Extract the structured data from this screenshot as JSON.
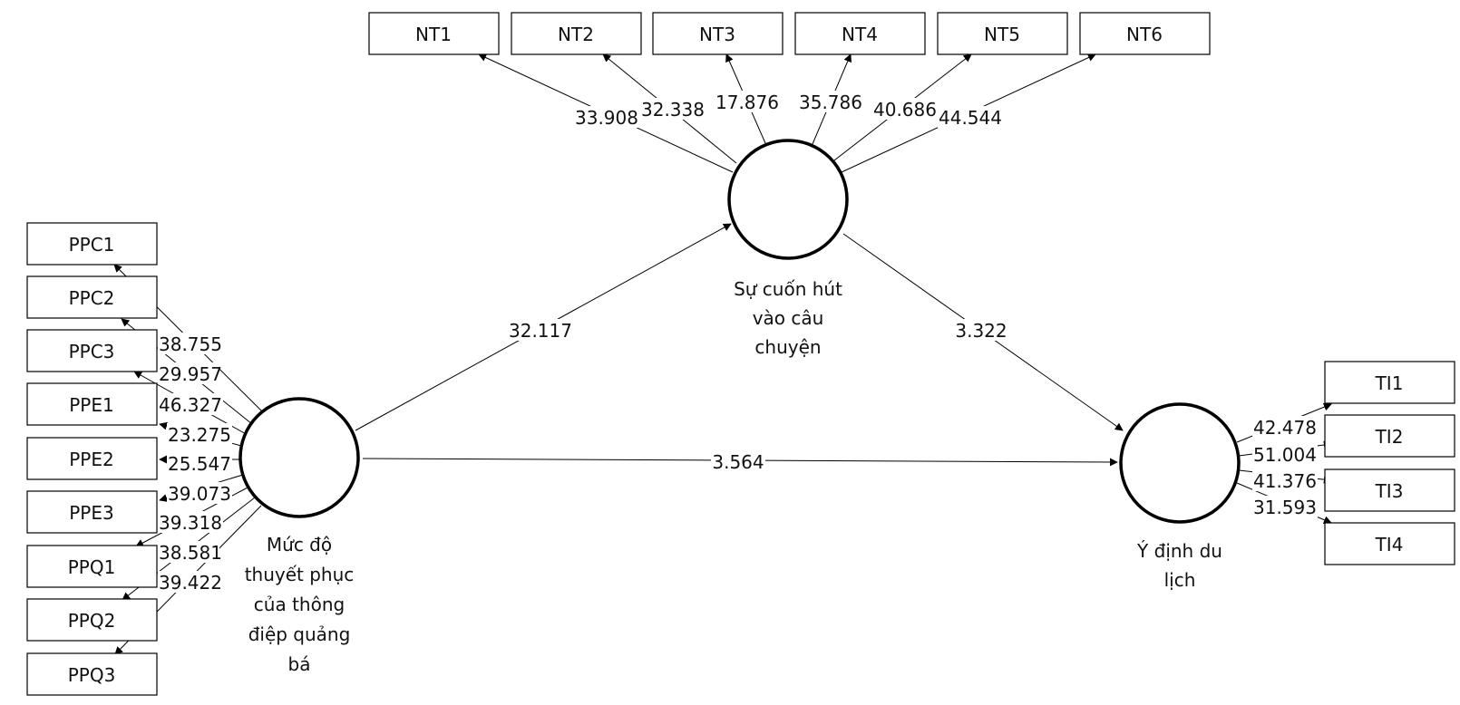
{
  "latent": {
    "persuasion": {
      "label_lines": [
        "Mức độ",
        "thuyết phục",
        "của thông",
        "điệp quảng",
        "bá"
      ]
    },
    "engagement": {
      "label_lines": [
        "Sự cuốn hút",
        "vào câu",
        "chuyện"
      ]
    },
    "intention": {
      "label_lines": [
        "Ý định du",
        "lịch"
      ]
    }
  },
  "indicators": {
    "engagement": [
      {
        "label": "NT1",
        "value": "33.908"
      },
      {
        "label": "NT2",
        "value": "32.338"
      },
      {
        "label": "NT3",
        "value": "17.876"
      },
      {
        "label": "NT4",
        "value": "35.786"
      },
      {
        "label": "NT5",
        "value": "40.686"
      },
      {
        "label": "NT6",
        "value": "44.544"
      }
    ],
    "persuasion": [
      {
        "label": "PPC1",
        "value": "38.755"
      },
      {
        "label": "PPC2",
        "value": "29.957"
      },
      {
        "label": "PPC3",
        "value": "46.327"
      },
      {
        "label": "PPE1",
        "value": "23.275"
      },
      {
        "label": "PPE2",
        "value": "25.547"
      },
      {
        "label": "PPE3",
        "value": "39.073"
      },
      {
        "label": "PPQ1",
        "value": "39.318"
      },
      {
        "label": "PPQ2",
        "value": "38.581"
      },
      {
        "label": "PPQ3",
        "value": "39.422"
      }
    ],
    "intention": [
      {
        "label": "TI1",
        "value": "42.478"
      },
      {
        "label": "TI2",
        "value": "51.004"
      },
      {
        "label": "TI3",
        "value": "41.376"
      },
      {
        "label": "TI4",
        "value": "31.593"
      }
    ]
  },
  "paths": {
    "persuasion_to_engagement": "32.117",
    "engagement_to_intention": "3.322",
    "persuasion_to_intention": "3.564"
  }
}
